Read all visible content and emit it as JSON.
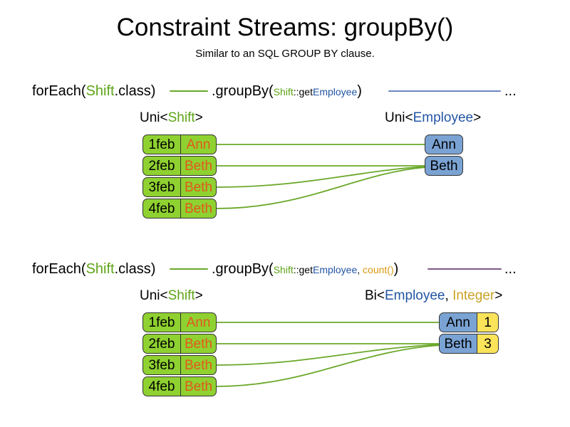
{
  "page": {
    "title": "Constraint Streams: groupBy()",
    "subtitle": "Similar to an SQL GROUP BY clause."
  },
  "colors": {
    "shift_green": "#5ea417",
    "employee_blue": "#2255a4",
    "integer_gold": "#c9a227",
    "count_orange": "#d99b12",
    "box_green_fill": "#8fd130",
    "box_blue_fill": "#7aa3d4",
    "box_yellow_fill": "#fbe35a",
    "name_orange": "#e2581d",
    "line_green": "#6aa829",
    "line_blue": "#6b87bf",
    "line_purple": "#7c5a87",
    "box_border": "#333333"
  },
  "sections": [
    {
      "id": "groupby-key-only",
      "code": {
        "for_each": "forEach(",
        "for_each_type": "Shift",
        "for_each_tail": ".class)",
        "group_by": ".groupBy(",
        "param_type": "Shift",
        "param_sep": "::get",
        "param_key": "Employee",
        "group_by_tail": ")",
        "ellipsis": "..."
      },
      "left_label": {
        "outer_open": "Uni<",
        "generic": "Shift",
        "outer_close": ">"
      },
      "right_label": {
        "outer_open": "Uni<",
        "generic": "Employee",
        "outer_close": ">"
      },
      "left_rows": [
        {
          "date": "1feb",
          "name": "Ann"
        },
        {
          "date": "2feb",
          "name": "Beth"
        },
        {
          "date": "3feb",
          "name": "Beth"
        },
        {
          "date": "4feb",
          "name": "Beth"
        }
      ],
      "right_rows": [
        {
          "employee": "Ann"
        },
        {
          "employee": "Beth"
        }
      ]
    },
    {
      "id": "groupby-key-and-count",
      "code": {
        "for_each": "forEach(",
        "for_each_type": "Shift",
        "for_each_tail": ".class)",
        "group_by": ".groupBy(",
        "param_type": "Shift",
        "param_sep": "::get",
        "param_key": "Employee",
        "param_comma": ", ",
        "param_collector": "count()",
        "group_by_tail": ")",
        "ellipsis": "..."
      },
      "left_label": {
        "outer_open": "Uni<",
        "generic": "Shift",
        "outer_close": ">"
      },
      "right_label": {
        "outer_open": "Bi<",
        "generic": "Employee",
        "sep": ", ",
        "generic2": "Integer",
        "outer_close": ">"
      },
      "left_rows": [
        {
          "date": "1feb",
          "name": "Ann"
        },
        {
          "date": "2feb",
          "name": "Beth"
        },
        {
          "date": "3feb",
          "name": "Beth"
        },
        {
          "date": "4feb",
          "name": "Beth"
        }
      ],
      "right_rows": [
        {
          "employee": "Ann",
          "count": "1"
        },
        {
          "employee": "Beth",
          "count": "3"
        }
      ]
    }
  ]
}
